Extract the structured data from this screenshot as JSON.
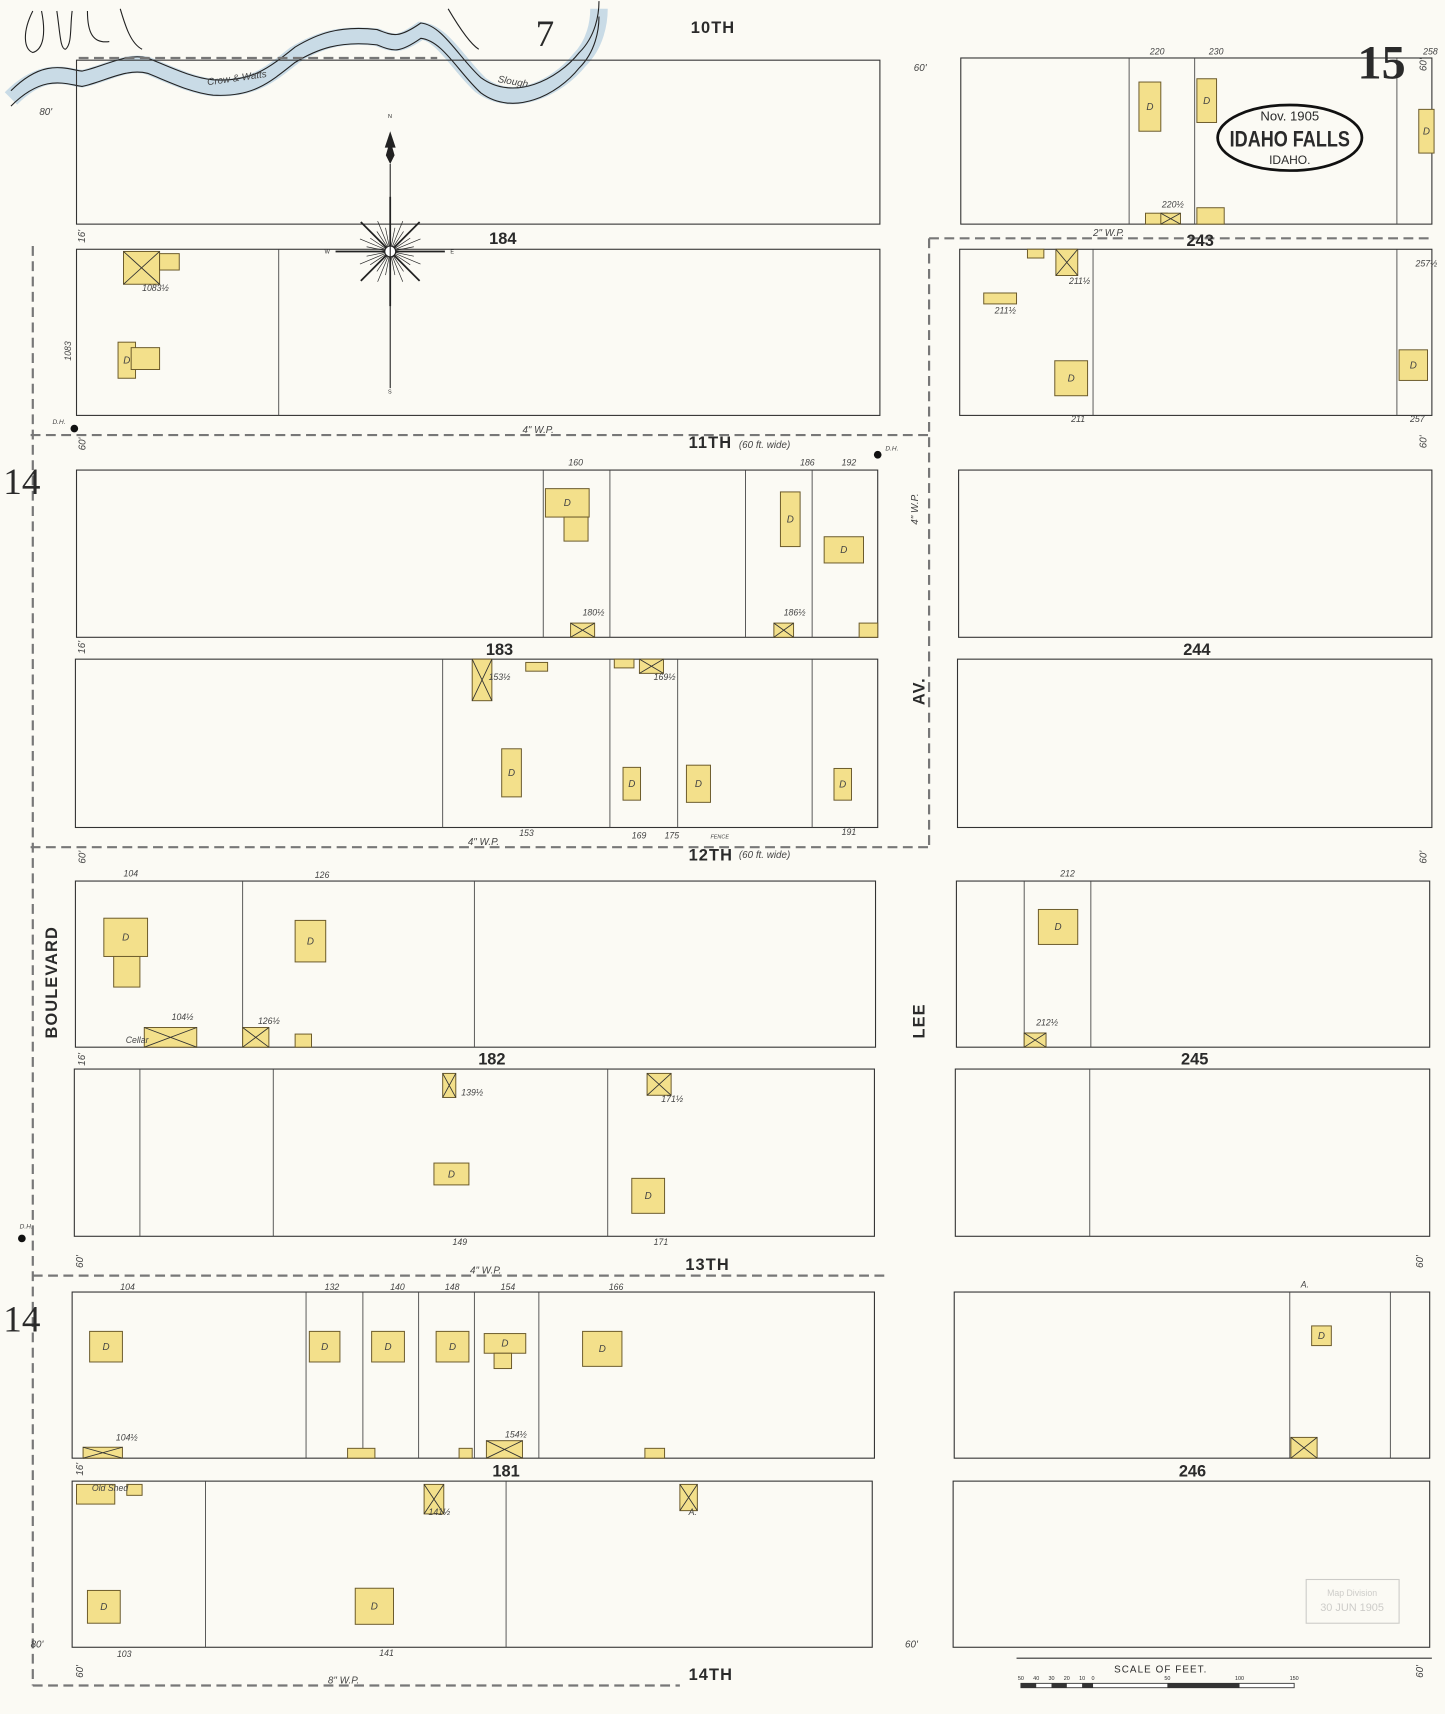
{
  "sheet": {
    "page_number": "15",
    "adjacent_pages": {
      "north": "7",
      "west_upper": "14",
      "west_lower": "14"
    },
    "title": {
      "date": "Nov. 1905",
      "city": "IDAHO FALLS",
      "state": "IDAHO."
    },
    "stamp": {
      "line1": "Map Division",
      "line2": "30 JUN 1905"
    },
    "colors": {
      "paper": "#fbfaf4",
      "frame_dwelling": "#f3e08b",
      "water": "#c9dbe6"
    }
  },
  "streets": {
    "s10": "10TH",
    "s11": "11TH",
    "s11_note": "(60 ft. wide)",
    "s12": "12TH",
    "s12_note": "(60 ft. wide)",
    "s13": "13TH",
    "s14": "14TH",
    "boulevard": "BOULEVARD",
    "lee": "LEE",
    "av": "AV."
  },
  "water": {
    "slough_a": "Crow & Watts",
    "slough_b": "Slough"
  },
  "blocks": [
    "184",
    "183",
    "182",
    "181",
    "243",
    "244",
    "245",
    "246"
  ],
  "lot_numbers": [
    "1083½",
    "1083",
    "220",
    "230",
    "258",
    "220½",
    "211½",
    "211",
    "257",
    "257½",
    "211½",
    "160",
    "186",
    "192",
    "180½",
    "186½",
    "153½",
    "169½",
    "153",
    "169",
    "175",
    "191",
    "104",
    "126",
    "104½",
    "126½",
    "Cellar",
    "212",
    "212½",
    "149",
    "171",
    "139½",
    "171½",
    "104",
    "132",
    "140",
    "148",
    "154",
    "166",
    "104½",
    "154½",
    "Old Shed",
    "141½",
    "A.",
    "103",
    "141",
    "A."
  ],
  "notes": {
    "wp4": "4\" W.P.",
    "wp2": "2\" W.P.",
    "wp8": "8\" W.P.",
    "width60": "60'",
    "width80": "80'",
    "width16": "16'",
    "hydrant": "D.H.",
    "fence": "FENCE"
  },
  "compass": {
    "n": "N",
    "s": "S",
    "e": "E",
    "w": "W"
  },
  "building_label": "D",
  "scale": {
    "title": "SCALE OF FEET.",
    "ticks": [
      "50",
      "40",
      "30",
      "20",
      "10",
      "0",
      "50",
      "100",
      "150"
    ]
  }
}
